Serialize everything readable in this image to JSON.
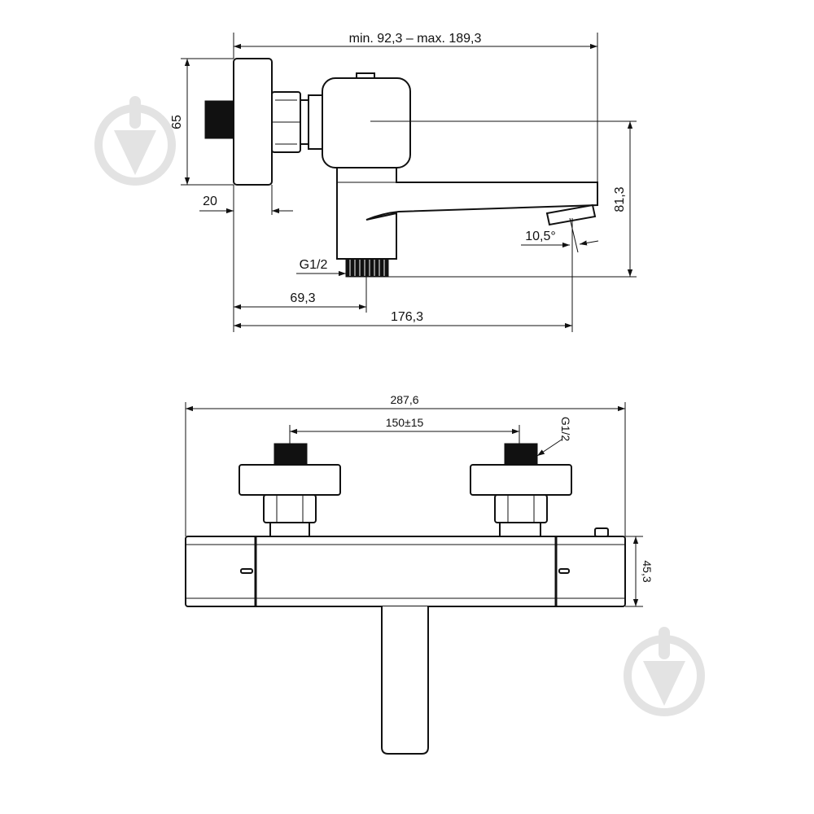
{
  "side_view": {
    "dim_width_range": "min. 92,3 – max. 189,3",
    "dim_height_wall": "65",
    "dim_height_outlet": "81,3",
    "dim_flange_depth": "20",
    "dim_angle": "10,5°",
    "dim_thread": "G1/2",
    "dim_inlet_offset": "69,3",
    "dim_overall_depth": "176,3"
  },
  "front_view": {
    "dim_overall_width": "287,6",
    "dim_connection_spacing": "150±15",
    "dim_thread": "G1/2",
    "dim_body_height": "45,3"
  }
}
